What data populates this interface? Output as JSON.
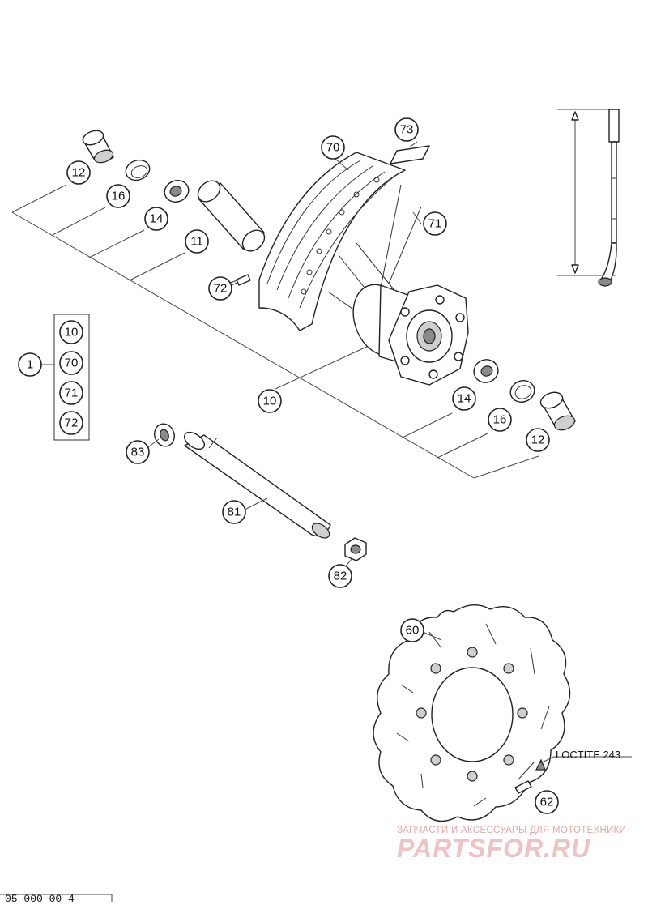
{
  "callouts": {
    "c12a": "12",
    "c16a": "16",
    "c14a": "14",
    "c11": "11",
    "c72a": "72",
    "c70top": "70",
    "c73": "73",
    "c71top": "71",
    "c1": "1",
    "k10": "10",
    "k70": "70",
    "k71": "71",
    "k72": "72",
    "c10": "10",
    "c14b": "14",
    "c16b": "16",
    "c12b": "12",
    "c83": "83",
    "c81": "81",
    "c82": "82",
    "c60": "60",
    "c62": "62"
  },
  "labels": {
    "loctite": "LOCTITE 243",
    "drawing_code": "05 000 00 4"
  },
  "watermark": {
    "tagline": "ЗАПЧАСТИ И АКСЕССУАРЫ ДЛЯ МОТОТЕХНИКИ",
    "brand": "PARTSFOR.RU"
  }
}
